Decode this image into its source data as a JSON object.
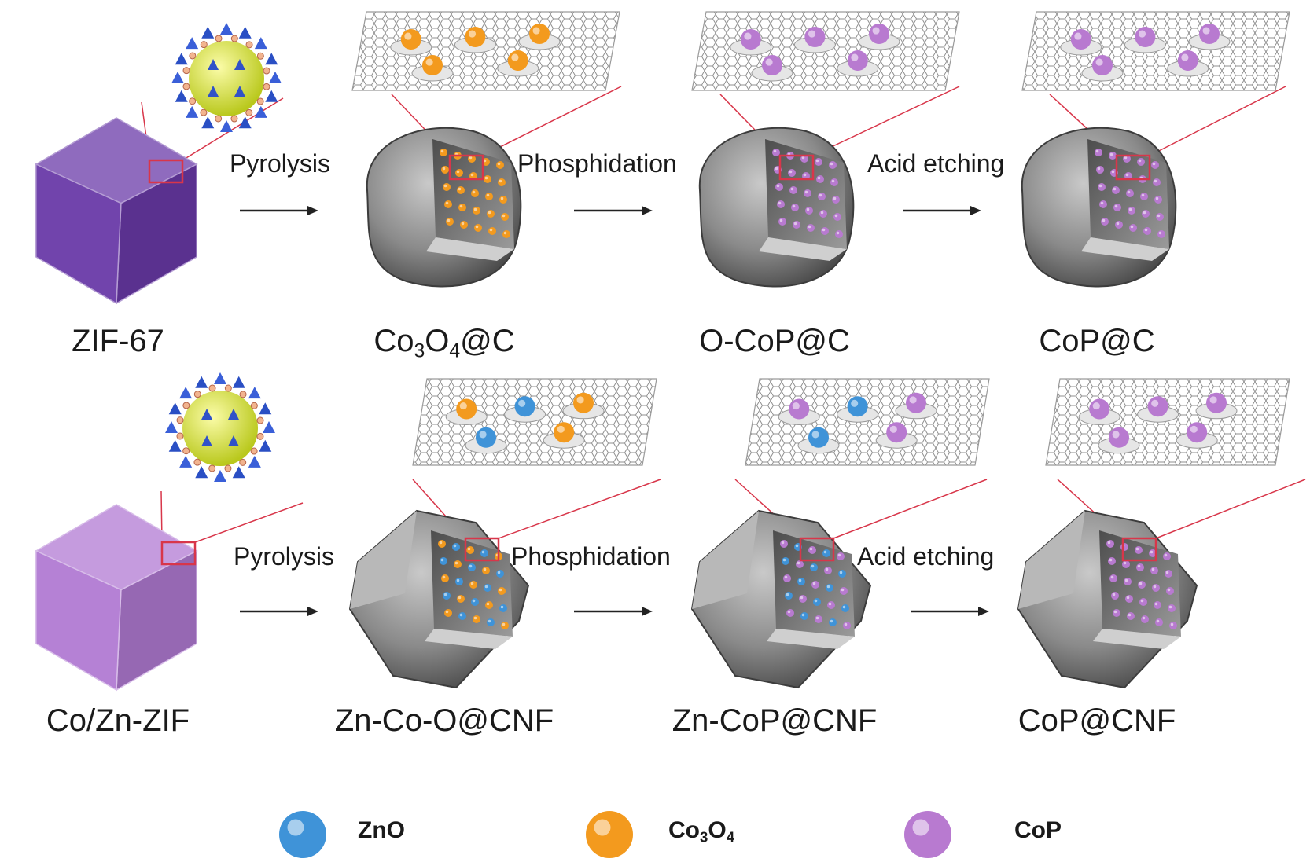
{
  "rows": [
    {
      "steps": [
        "Pyrolysis",
        "Phosphidation",
        "Acid etching"
      ],
      "stages": [
        {
          "base": "ZIF-67"
        },
        {
          "parts": [
            "Co",
            "3",
            "O",
            "4",
            "@C"
          ]
        },
        {
          "base": "O-CoP@C"
        },
        {
          "base": "CoP@C"
        }
      ],
      "stage_particles": [
        null,
        "Co3O4",
        "CoP",
        "CoP"
      ]
    },
    {
      "steps": [
        "Pyrolysis",
        "Phosphidation",
        "Acid etching"
      ],
      "stages": [
        {
          "base": "Co/Zn-ZIF"
        },
        {
          "base": "Zn-Co-O@CNF"
        },
        {
          "base": "Zn-CoP@CNF"
        },
        {
          "base": "CoP@CNF"
        }
      ],
      "stage_particles": [
        null,
        [
          "Co3O4",
          "ZnO"
        ],
        [
          "CoP",
          "ZnO"
        ],
        "CoP"
      ]
    }
  ],
  "legend": [
    {
      "key": "ZnO",
      "base": "ZnO",
      "color": "#3f93d8"
    },
    {
      "key": "Co3O4",
      "parts": [
        "Co",
        "3",
        "O",
        "4"
      ],
      "color": "#f39a1e"
    },
    {
      "key": "CoP",
      "base": "CoP",
      "color": "#b87ad0"
    }
  ],
  "colors": {
    "zif67": "#6a3aa8",
    "cozn_zif": "#b17ad3",
    "carbon_shell": "#8a8a8a",
    "zoom_line": "#d8364a",
    "graphene": "#9a9a9a",
    "arrow": "#222222"
  }
}
